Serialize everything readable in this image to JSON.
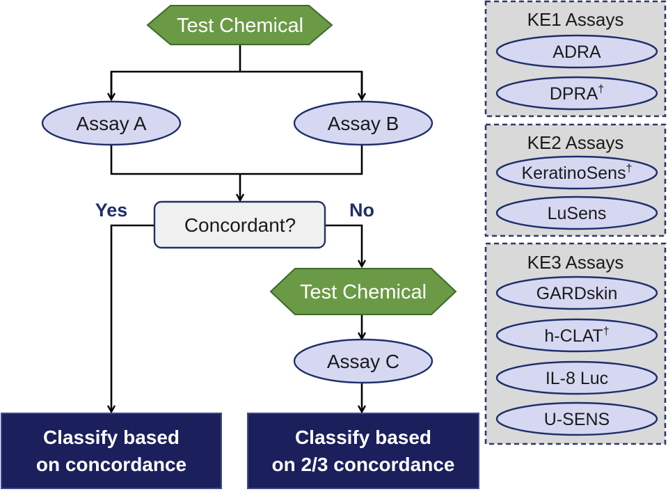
{
  "flow": {
    "start": "Test Chemical",
    "assay_a": "Assay A",
    "assay_b": "Assay B",
    "decision": "Concordant?",
    "yes": "Yes",
    "no": "No",
    "second_test": "Test Chemical",
    "assay_c": "Assay C",
    "result_left": [
      "Classify based",
      "on concordance"
    ],
    "result_right": [
      "Classify based",
      "on 2/3 concordance"
    ]
  },
  "panels": [
    {
      "title": "KE1 Assays",
      "assays": [
        {
          "name": "ADRA",
          "dagger": false
        },
        {
          "name": "DPRA",
          "dagger": true
        }
      ]
    },
    {
      "title": "KE2 Assays",
      "assays": [
        {
          "name": "KeratinoSens",
          "dagger": true
        },
        {
          "name": "LuSens",
          "dagger": false
        }
      ]
    },
    {
      "title": "KE3 Assays",
      "assays": [
        {
          "name": "GARDskin",
          "dagger": false
        },
        {
          "name": "h-CLAT",
          "dagger": true
        },
        {
          "name": "IL-8 Luc",
          "dagger": false
        },
        {
          "name": "U-SENS",
          "dagger": false
        }
      ]
    }
  ],
  "dagger_symbol": "†",
  "colors": {
    "hexagon_fill": "#6a9a45",
    "ellipse_fill": "#d6d8f2",
    "ellipse_stroke": "#1f2f6b",
    "decision_fill": "#f0f0f0",
    "result_fill": "#1b1f5c",
    "panel_fill": "#d9d9d9",
    "panel_border": "#2a3a6b",
    "yes_no_text": "#1f2f6b"
  }
}
